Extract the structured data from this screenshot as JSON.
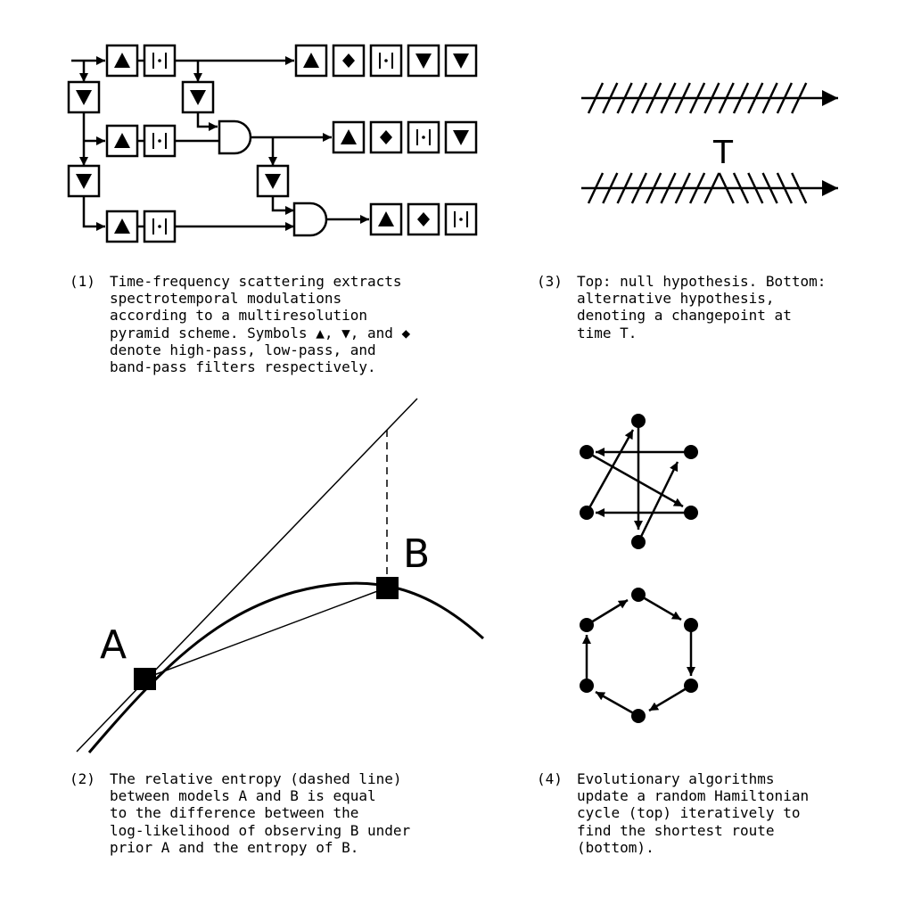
{
  "panels": {
    "p1": {
      "number": "(1)",
      "caption": "Time-frequency scattering extracts\nspectrotemporal modulations\naccording to a multiresolution\npyramid scheme. Symbols ▲, ▼, and ◆\ndenote high-pass, low-pass, and\nband-pass filters respectively.",
      "symbols": {
        "high_pass": "▲",
        "low_pass": "▼",
        "band_pass": "◆",
        "modulus": "|·|"
      }
    },
    "p2": {
      "number": "(2)",
      "caption": "The relative entropy (dashed line)\nbetween models A and B is equal\nto the difference between the\nlog-likelihood of observing B under\nprior A and the entropy of B.",
      "label_a": "A",
      "label_b": "B"
    },
    "p3": {
      "number": "(3)",
      "caption": "Top: null hypothesis. Bottom:\nalternative hypothesis,\ndenoting a changepoint at\ntime T.",
      "label_t": "T"
    },
    "p4": {
      "number": "(4)",
      "caption": "Evolutionary algorithms\nupdate a random Hamiltonian\ncycle (top) iteratively to\nfind the shortest route\n(bottom)."
    }
  },
  "colors": {
    "ink": "#000000",
    "paper": "#ffffff"
  }
}
